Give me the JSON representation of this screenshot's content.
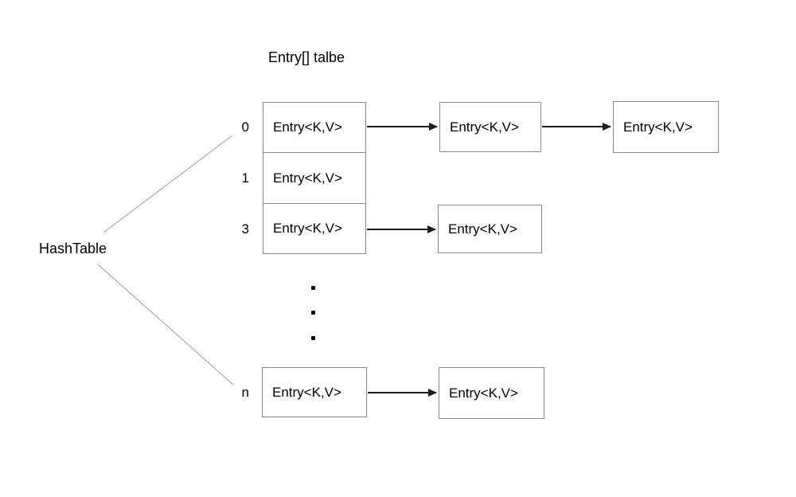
{
  "diagram": {
    "title": "Entry[] talbe",
    "root_label": "HashTable",
    "node_label": "Entry<K,V>",
    "colors": {
      "background": "#ffffff",
      "text": "#000000",
      "box_border": "#8a8a8a",
      "arrow": "#1c1c1c",
      "connector": "#9b9b9b"
    },
    "buckets": [
      {
        "index": "0",
        "chain": [
          "Entry<K,V>",
          "Entry<K,V>",
          "Entry<K,V>"
        ]
      },
      {
        "index": "1",
        "chain": [
          "Entry<K,V>"
        ]
      },
      {
        "index": "3",
        "chain": [
          "Entry<K,V>",
          "Entry<K,V>"
        ]
      },
      {
        "index": "n",
        "chain": [
          "Entry<K,V>",
          "Entry<K,V>"
        ]
      }
    ],
    "ellipsis": [
      ".",
      ".",
      "."
    ]
  }
}
